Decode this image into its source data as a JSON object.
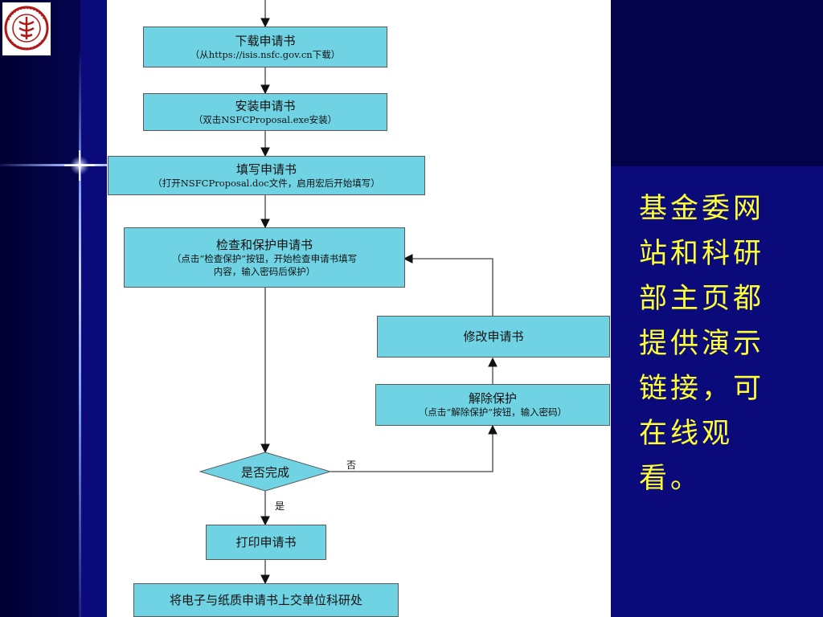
{
  "slide": {
    "side_text": "基金委网站和科研部主页都提供演示链接，可在线观看。"
  },
  "flowchart": {
    "steps": {
      "download": {
        "title": "下载申请书",
        "sub": "（从https://isis.nsfc.gov.cn下载）"
      },
      "install": {
        "title": "安装申请书",
        "sub": "（双击NSFCProposal.exe安装）"
      },
      "fill": {
        "title": "填写申请书",
        "sub": "（打开NSFCProposal.doc文件，启用宏后开始填写）"
      },
      "check": {
        "title": "检查和保护申请书",
        "sub1": "（点击“检查保护”按钮，开始检查申请书填写",
        "sub2": "内容，输入密码后保护）"
      },
      "modify": {
        "title": "修改申请书"
      },
      "unprotect": {
        "title": "解除保护",
        "sub": "（点击“解除保护”按钮，输入密码）"
      },
      "decision": {
        "title": "是否完成"
      },
      "print": {
        "title": "打印申请书"
      },
      "submit": {
        "title": "将电子与纸质申请书上交单位科研处"
      }
    },
    "edge_labels": {
      "no": "否",
      "yes": "是"
    }
  },
  "colors": {
    "background": "#0a0a7a",
    "box_fill": "#6fd3e3",
    "side_text": "#ffff33"
  },
  "icons": {
    "logo": "peking-university-seal-icon",
    "decoration": "light-flare-icon"
  }
}
